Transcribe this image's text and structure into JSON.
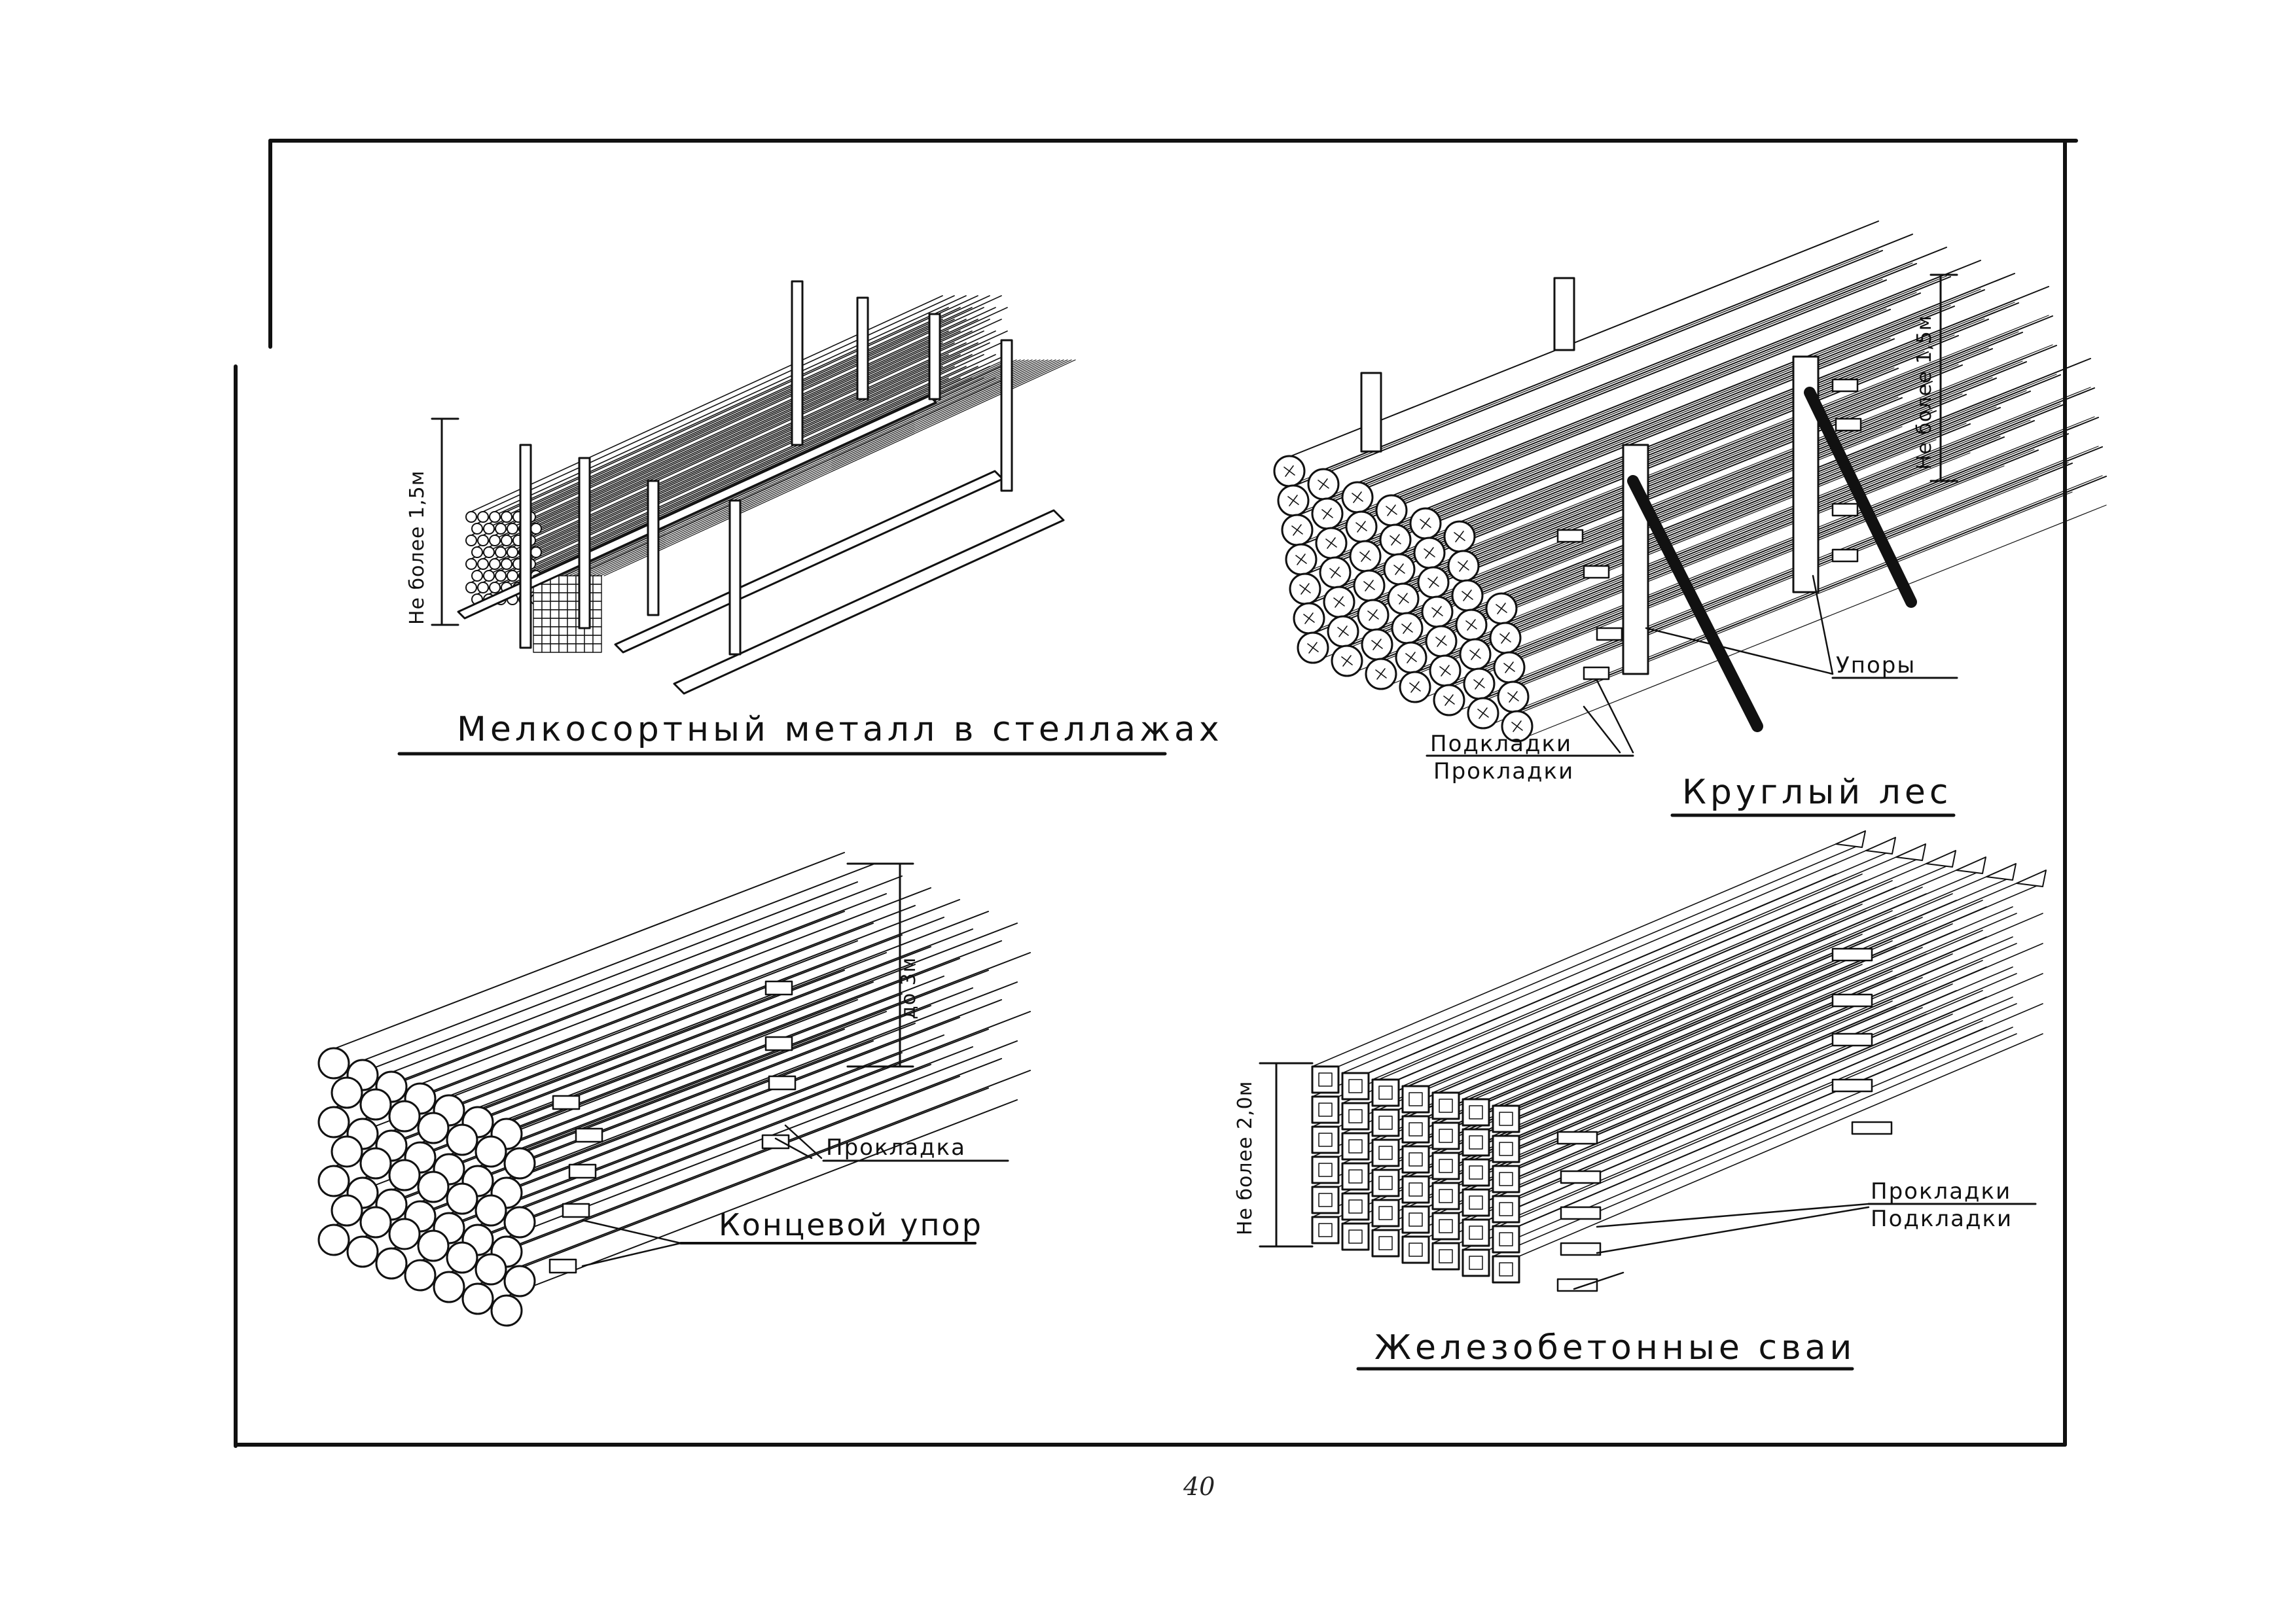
{
  "page_number": "40",
  "panels": {
    "metal": {
      "caption": "Мелкосортный металл в стеллажах",
      "dimension": "Не более 1,5м"
    },
    "timber": {
      "caption": "Круглый лес",
      "dimension": "Не более 1,5м",
      "label_supports": "Упоры",
      "label_pads_1": "Подкладки",
      "label_pads_2": "Прокладки"
    },
    "logs": {
      "dimension": "до 3м",
      "label_spacer": "Прокладка",
      "label_end_stop": "Концевой упор"
    },
    "piles": {
      "caption": "Железобетонные сваи",
      "dimension": "Не более 2,0м",
      "label_spacers": "Прокладки",
      "label_pads": "Подкладки"
    }
  }
}
